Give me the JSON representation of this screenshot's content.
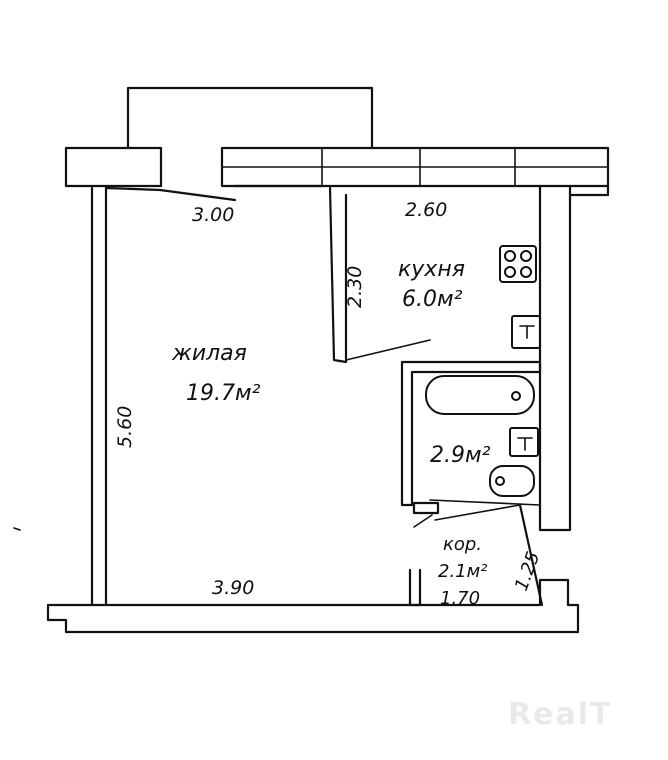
{
  "plan": {
    "living_room": {
      "name": "жилая",
      "area": "19.7м²"
    },
    "kitchen": {
      "name": "кухня",
      "area": "6.0м²"
    },
    "bathroom": {
      "area": "2.9м²"
    },
    "corridor": {
      "name": "кор.",
      "area": "2.1м²"
    },
    "dimensions": {
      "top_left": "3.00",
      "kitchen_width": "2.60",
      "kitchen_depth": "2.30",
      "living_height": "5.60",
      "living_bottom": "3.90",
      "corridor_width": "1.70",
      "corridor_depth": "1.25"
    },
    "watermark": "RealT"
  }
}
